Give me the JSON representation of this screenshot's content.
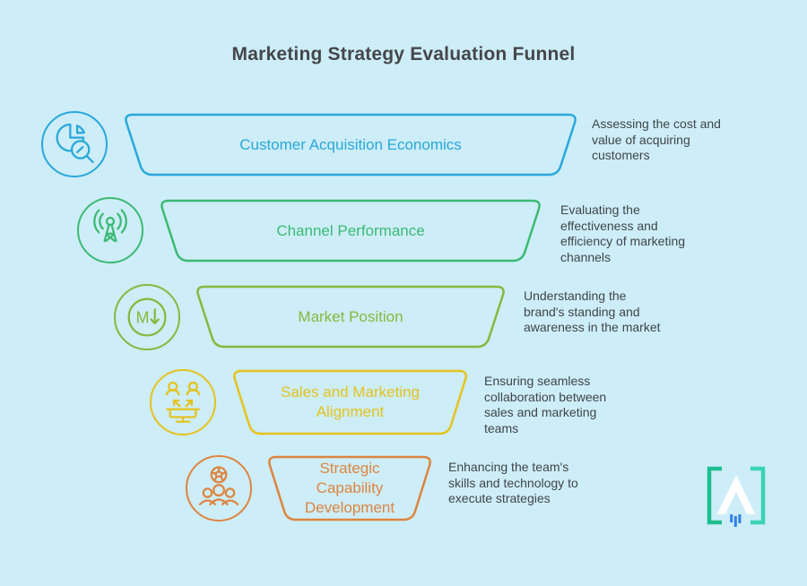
{
  "page": {
    "background_color": "#CDEDF8",
    "title": "Marketing Strategy Evaluation Funnel",
    "title_color": "#45474A",
    "text_color": "#404549"
  },
  "funnel": {
    "stages": [
      {
        "title": "Customer Acquisition Economics",
        "description": "Assessing the cost and\nvalue of acquiring\ncustomers",
        "color": "#29A8DB",
        "icon": "pie-chart-magnifier"
      },
      {
        "title": "Channel Performance",
        "description": "Evaluating the\neffectiveness and\nefficiency of marketing\nchannels",
        "color": "#3CBA74",
        "icon": "broadcast-antenna"
      },
      {
        "title": "Market Position",
        "description": "Understanding the\nbrand's standing and\nawareness in the market",
        "color": "#84B93E",
        "icon": "market-letter-down-arrow"
      },
      {
        "title": "Sales and Marketing\nAlignment",
        "description": "Ensuring seamless\ncollaboration between\nsales and marketing\nteams",
        "color": "#E5C31F",
        "icon": "people-monitor-arrows"
      },
      {
        "title": "Strategic\nCapability\nDevelopment",
        "description": "Enhancing the team's\nskills and technology to\nexecute strategies",
        "color": "#DD8540",
        "icon": "team-with-ball"
      }
    ]
  },
  "logo": {
    "letter": "A",
    "letter_color": "#FFFFFF",
    "bracket_left_color": "#1FBE8F",
    "bracket_right_color": "#3BD3B3",
    "bars_color": "#2F80ED"
  }
}
